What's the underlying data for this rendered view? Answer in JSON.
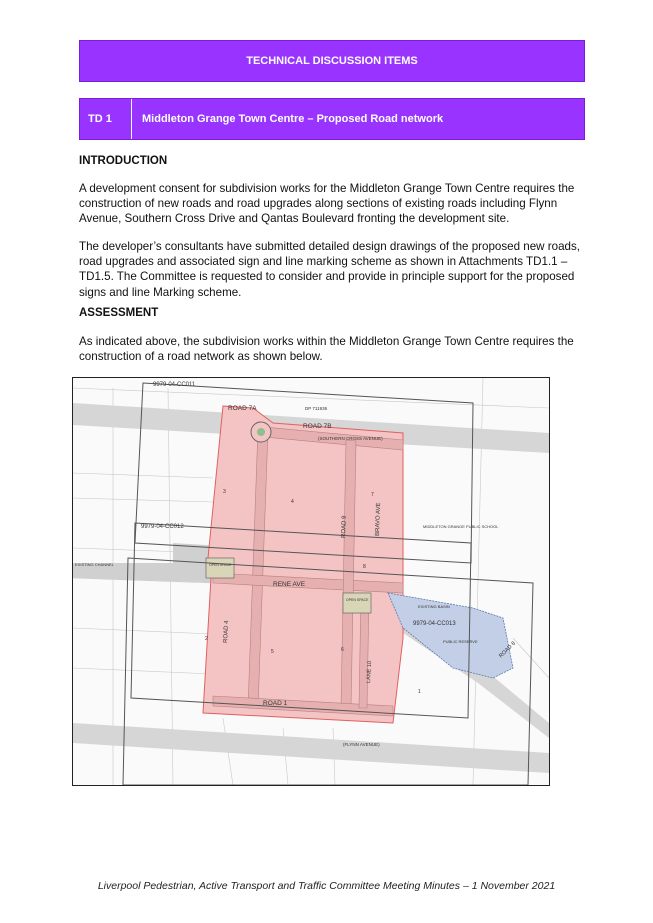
{
  "header": {
    "title": "TECHNICAL DISCUSSION ITEMS"
  },
  "item": {
    "code": "TD 1",
    "title": "Middleton Grange Town Centre – Proposed Road network"
  },
  "introduction": {
    "heading": "INTRODUCTION",
    "p1": "A development consent for subdivision works for the Middleton Grange Town Centre requires the construction of new roads and road upgrades along sections of existing roads including Flynn Avenue, Southern Cross Drive and Qantas Boulevard fronting the development site.",
    "p2": "The developer’s consultants have submitted detailed design drawings of the proposed new roads, road upgrades and associated sign and line marking scheme as shown in Attachments TD1.1 – TD1.5. The Committee is requested to consider and provide in principle support for the proposed signs and line Marking scheme."
  },
  "assessment": {
    "heading": "ASSESSMENT",
    "p1": "As indicated above, the subdivision works within the Middleton Grange Town Centre requires the construction of a road network as shown below."
  },
  "map": {
    "colors": {
      "development": "#f4c4c4",
      "road": "#d6d6d6",
      "open_space": "#d9d6b8",
      "basin": "#c2cfe6",
      "boundary": "#e06060"
    },
    "labels": {
      "sheet_top": "9979-04-CC011",
      "sheet_mid": "9979-04-CC012",
      "sheet_right": "9979-04-CC013",
      "road_7a": "ROAD 7A",
      "road_7b": "ROAD 7B",
      "southern_cross": "(SOUTHERN CROSS AVENUE)",
      "road_9": "ROAD 9",
      "bravo_ave": "BRAVO AVE",
      "rene_ave": "RENE AVE",
      "road_4": "ROAD 4",
      "lane_10": "LANE 10",
      "road_1": "ROAD 1",
      "flynn": "(FLYNN AVENUE)",
      "road_8": "ROAD 8",
      "open_space": "OPEN SPACE",
      "existing_basin": "EXISTING BASIN",
      "school": "MIDDLETON GRANGE PUBLIC SCHOOL",
      "public_reserve": "PUBLIC RESERVE",
      "existing_channel": "EXISTING CHANNEL",
      "dp_top": "DP 711936",
      "lot_3": "3",
      "lot_4": "4",
      "lot_7": "7",
      "lot_2": "2",
      "lot_5": "5",
      "lot_6": "6",
      "lot_8": "8",
      "lot_1": "1"
    }
  },
  "footer": {
    "text": "Liverpool Pedestrian, Active Transport and Traffic Committee Meeting Minutes – 1 November 2021"
  }
}
